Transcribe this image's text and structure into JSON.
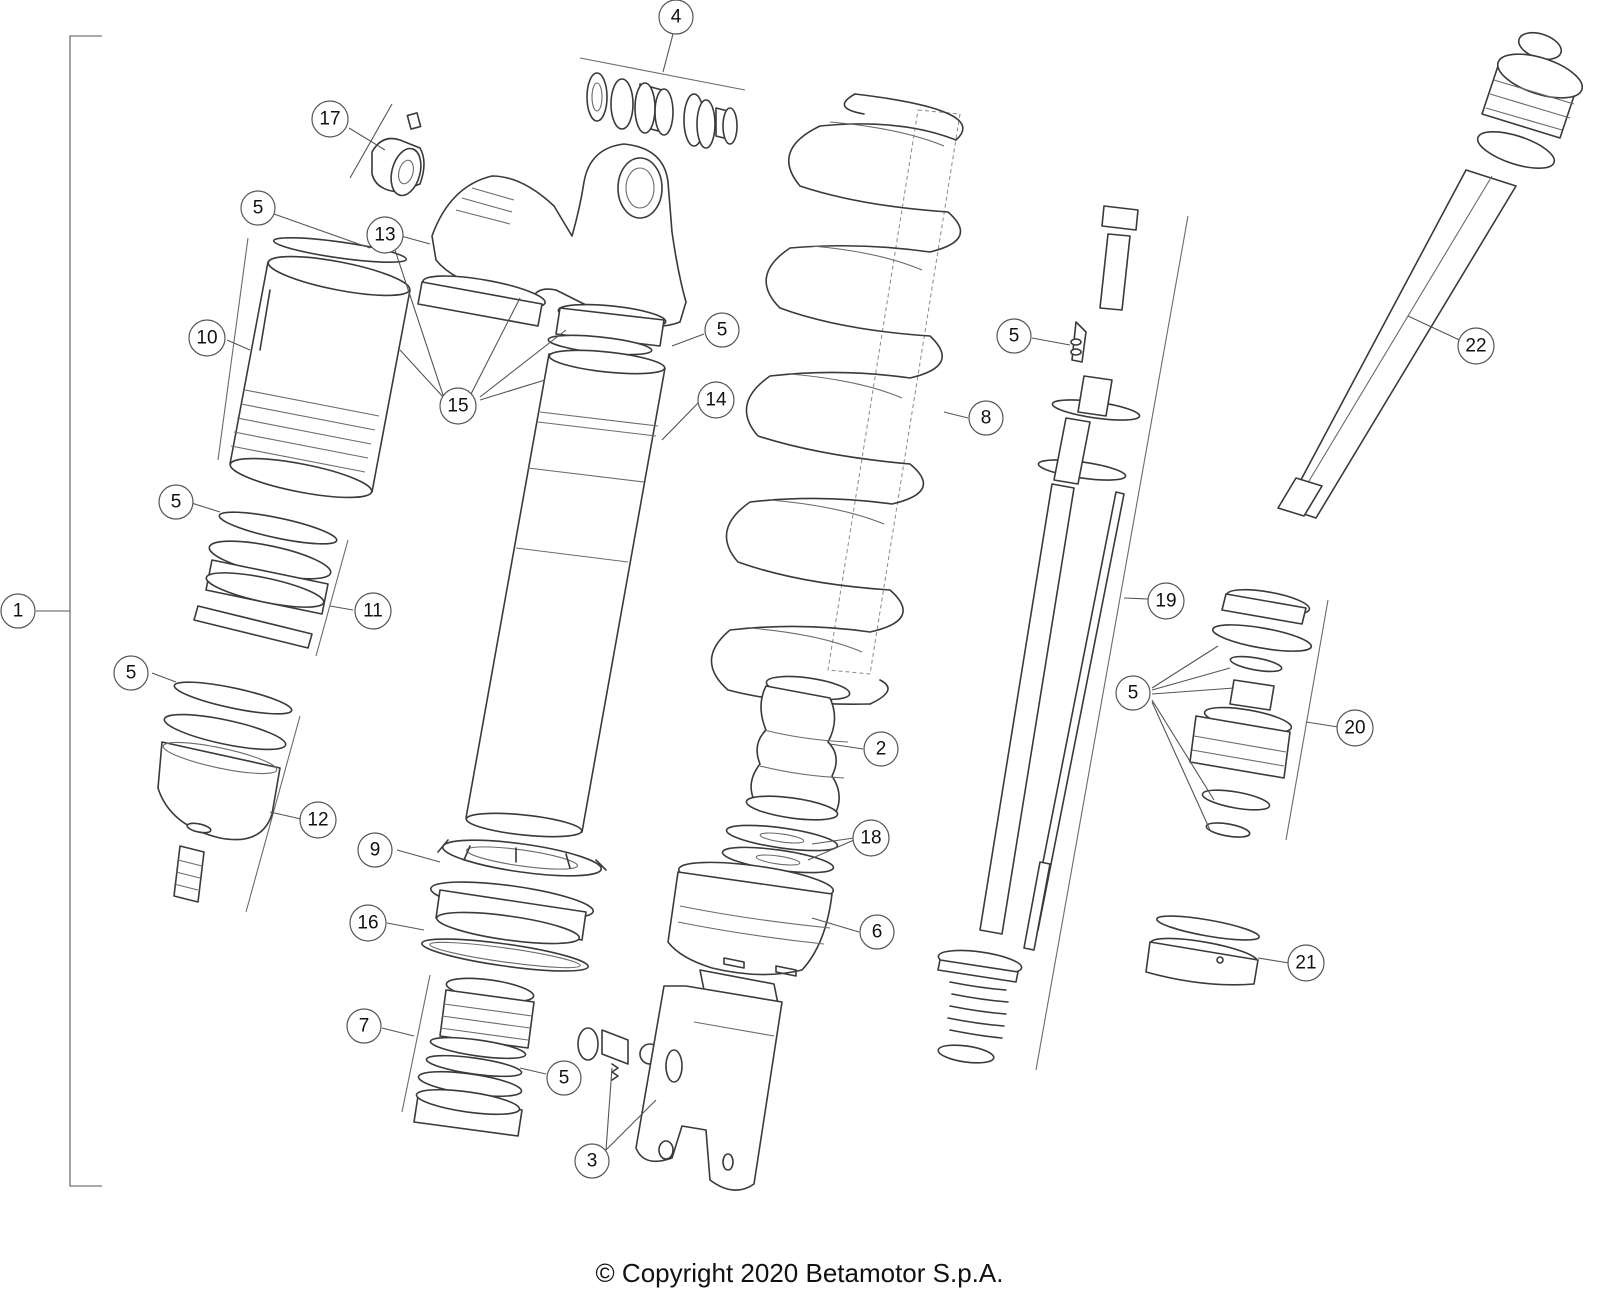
{
  "callouts": [
    {
      "id": "c1",
      "label": "1"
    },
    {
      "id": "c2",
      "label": "2"
    },
    {
      "id": "c3",
      "label": "3"
    },
    {
      "id": "c4",
      "label": "4"
    },
    {
      "id": "c5a",
      "label": "5"
    },
    {
      "id": "c5b",
      "label": "5"
    },
    {
      "id": "c5c",
      "label": "5"
    },
    {
      "id": "c5d",
      "label": "5"
    },
    {
      "id": "c5e",
      "label": "5"
    },
    {
      "id": "c5f",
      "label": "5"
    },
    {
      "id": "c5g",
      "label": "5"
    },
    {
      "id": "c6",
      "label": "6"
    },
    {
      "id": "c7",
      "label": "7"
    },
    {
      "id": "c8",
      "label": "8"
    },
    {
      "id": "c9",
      "label": "9"
    },
    {
      "id": "c10",
      "label": "10"
    },
    {
      "id": "c11",
      "label": "11"
    },
    {
      "id": "c12",
      "label": "12"
    },
    {
      "id": "c13",
      "label": "13"
    },
    {
      "id": "c14",
      "label": "14"
    },
    {
      "id": "c15",
      "label": "15"
    },
    {
      "id": "c16",
      "label": "16"
    },
    {
      "id": "c17",
      "label": "17"
    },
    {
      "id": "c18",
      "label": "18"
    },
    {
      "id": "c19",
      "label": "19"
    },
    {
      "id": "c20",
      "label": "20"
    },
    {
      "id": "c21",
      "label": "21"
    },
    {
      "id": "c22",
      "label": "22"
    }
  ],
  "footer": {
    "copyright": "© Copyright 2020 Betamotor S.p.A."
  }
}
